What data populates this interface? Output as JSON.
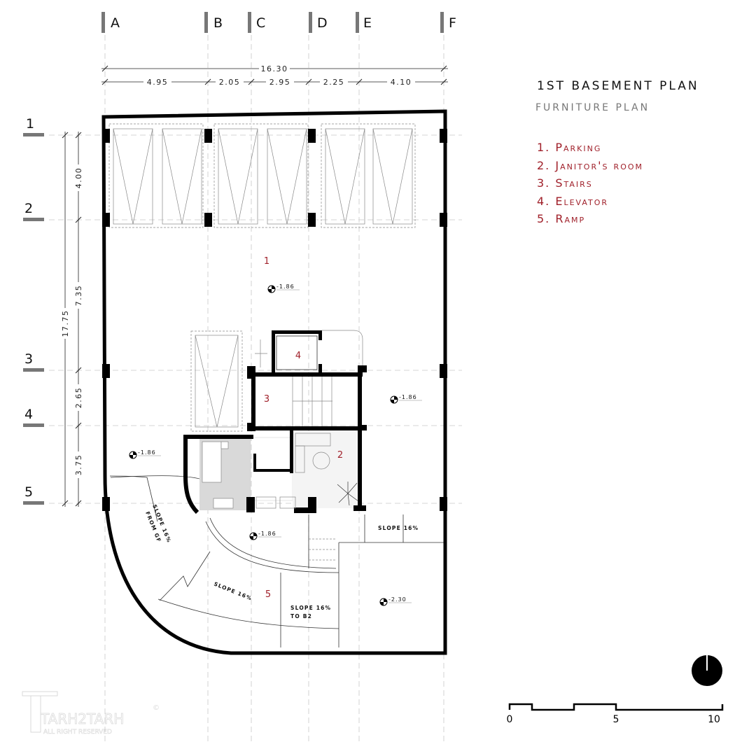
{
  "title": "1ST BASEMENT PLAN",
  "subtitle": "FURNITURE PLAN",
  "legend": [
    {
      "label": "1. Parking"
    },
    {
      "label": "2. Janitor's room"
    },
    {
      "label": "3. Stairs"
    },
    {
      "label": "4. Elevator"
    },
    {
      "label": "5. Ramp"
    }
  ],
  "grid_columns": [
    "A",
    "B",
    "C",
    "D",
    "E",
    "F"
  ],
  "grid_rows": [
    "1",
    "2",
    "3",
    "4",
    "5"
  ],
  "dimensions": {
    "overall_width": "16.30",
    "column_spans": [
      "4.95",
      "2.05",
      "2.95",
      "2.25",
      "4.10"
    ],
    "overall_depth": "17.75",
    "row_spans": [
      "4.00",
      "7.35",
      "2.65",
      "3.75"
    ]
  },
  "rooms": [
    "1",
    "2",
    "3",
    "4",
    "5"
  ],
  "elevations": [
    "-1.86",
    "-1.86",
    "-1.86",
    "-1.86",
    "-2.30"
  ],
  "notes": {
    "slope_upper": "SLOPE 16%",
    "slope_from_gf": "SLOPE 16%",
    "from_gf": "FROM GF",
    "slope_ramp": "SLOPE 16%",
    "slope_b2": "SLOPE 16%",
    "to_b2": "TO B2"
  },
  "scale_bar": [
    "0",
    "5",
    "10"
  ],
  "watermark": {
    "brand": "TARH2TARH",
    "rights": "ALL RIGHT RESERVED",
    "copyright": "©"
  },
  "colors": {
    "accent": "#a0202a",
    "wall": "#000000",
    "grid": "#c8c8c8",
    "janitor_floor": "#d9d9d9"
  }
}
